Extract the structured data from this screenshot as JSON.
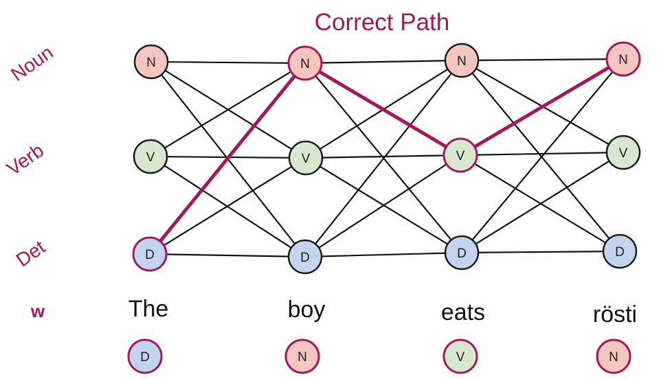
{
  "title": "Correct Path",
  "w_label": "w",
  "row_labels": [
    "Noun",
    "Verb",
    "Det"
  ],
  "node_letters": {
    "noun": "N",
    "verb": "V",
    "det": "D"
  },
  "words": [
    "The",
    "boy",
    "eats",
    "rösti"
  ],
  "word_tags": [
    "D",
    "N",
    "V",
    "N"
  ],
  "correct_path": [
    "D",
    "N",
    "V",
    "N"
  ],
  "colors": {
    "accent": "#a8145e",
    "noun_fill": "#f4c6bd",
    "verb_fill": "#d8e8cf",
    "det_fill": "#c3d5ee",
    "edge": "#111111",
    "node_stroke": "#1a1a1a"
  }
}
